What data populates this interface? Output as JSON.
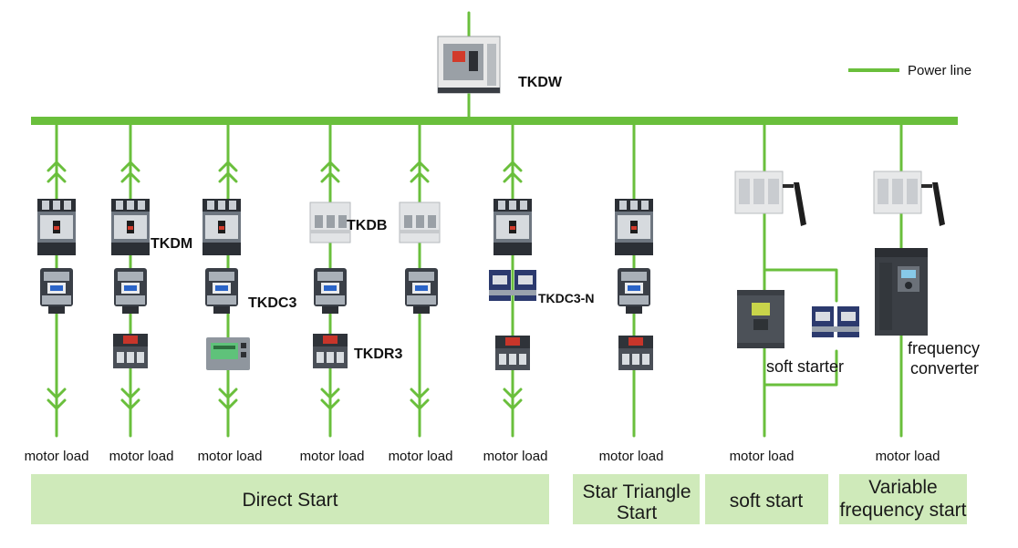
{
  "main_breaker": {
    "label": "TKDW"
  },
  "legend": {
    "label": "Power line"
  },
  "device_labels": {
    "tkdm": "TKDM",
    "tkdc3": "TKDC3",
    "tkdb": "TKDB",
    "tkdr3": "TKDR3",
    "tkdc3n": "TKDC3-N",
    "soft_starter": "soft starter",
    "freq_line1": "frequency",
    "freq_line2": "converter"
  },
  "feeders": [
    {
      "load": "motor load"
    },
    {
      "load": "motor load"
    },
    {
      "load": "motor load"
    },
    {
      "load": "motor load"
    },
    {
      "load": "motor load"
    },
    {
      "load": "motor load"
    },
    {
      "load": "motor load"
    },
    {
      "load": "motor load"
    },
    {
      "load": "motor load"
    }
  ],
  "categories": {
    "direct": "Direct Start",
    "star_line1": "Star Triangle",
    "star_line2": "Start",
    "soft": "soft start",
    "vf_line1": "Variable",
    "vf_line2": "frequency start"
  },
  "colors": {
    "power_line": "#6abf3c",
    "category_band": "#cfeaba"
  }
}
